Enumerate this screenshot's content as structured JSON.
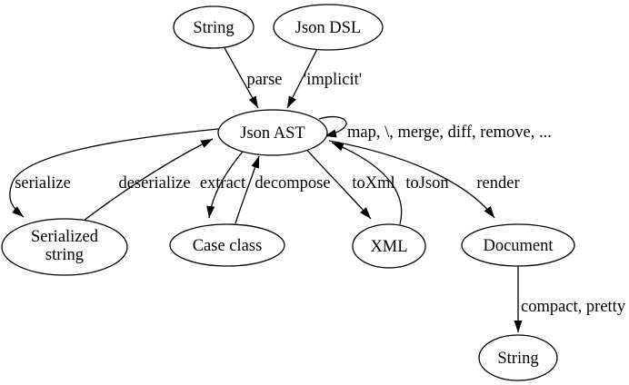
{
  "diagram": {
    "title": "Json AST transformation diagram",
    "colors": {
      "background": "#ffffff",
      "stroke": "#000000",
      "node_fill": "#ffffff",
      "text": "#000000"
    },
    "nodes": {
      "string_top": {
        "label": "String"
      },
      "json_dsl": {
        "label": "Json DSL"
      },
      "json_ast": {
        "label": "Json AST"
      },
      "serialized_string": {
        "label_line1": "Serialized",
        "label_line2": "string"
      },
      "case_class": {
        "label": "Case class"
      },
      "xml": {
        "label": "XML"
      },
      "document": {
        "label": "Document"
      },
      "string_bottom": {
        "label": "String"
      }
    },
    "edges": {
      "parse": {
        "label": "parse",
        "from": "String",
        "to": "Json AST"
      },
      "implicit": {
        "label": "'implicit'",
        "from": "Json DSL",
        "to": "Json AST"
      },
      "self_ops": {
        "label": "map, \\, merge, diff, remove, ...",
        "from": "Json AST",
        "to": "Json AST"
      },
      "serialize": {
        "label": "serialize",
        "from": "Json AST",
        "to": "Serialized string"
      },
      "deserialize": {
        "label": "deserialize",
        "from": "Serialized string",
        "to": "Json AST"
      },
      "extract": {
        "label": "extract",
        "from": "Json AST",
        "to": "Case class"
      },
      "decompose": {
        "label": "decompose",
        "from": "Case class",
        "to": "Json AST"
      },
      "toXml": {
        "label": "toXml",
        "from": "Json AST",
        "to": "XML"
      },
      "toJson": {
        "label": "toJson",
        "from": "XML",
        "to": "Json AST"
      },
      "render": {
        "label": "render",
        "from": "Json AST",
        "to": "Document"
      },
      "compact_pretty": {
        "label": "compact, pretty",
        "from": "Document",
        "to": "String"
      }
    }
  }
}
